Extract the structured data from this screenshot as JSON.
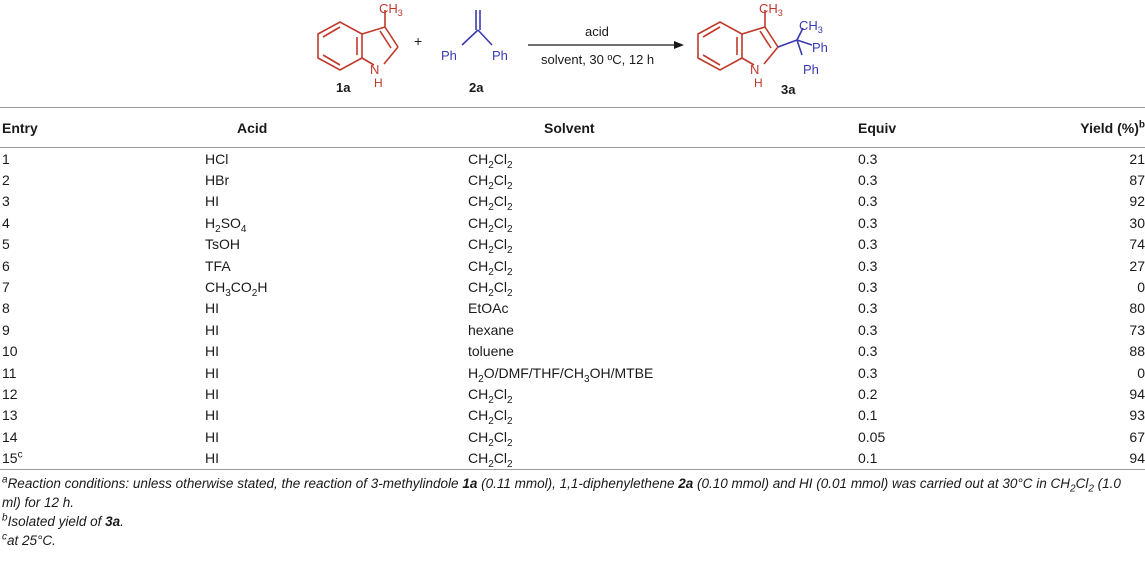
{
  "scheme": {
    "reactant1_label": "1a",
    "reactant2_label": "2a",
    "product_label": "3a",
    "plus": "+",
    "reagent": "acid",
    "conditions": "solvent, 30 ºC, 12 h",
    "methyl": "CH3",
    "nh": "NH",
    "ph": "Ph",
    "colors": {
      "indole": "#c0392b",
      "alkene": "#3a3ab0",
      "text": "#1a1a1a"
    }
  },
  "table": {
    "headers": [
      "Entry",
      "Acid",
      "Solvent",
      "Equiv",
      "Yield (%)b"
    ],
    "rows": [
      {
        "entry": "1",
        "acid": "HCl",
        "solvent": "CH2Cl2",
        "equiv": "0.3",
        "yield": "21"
      },
      {
        "entry": "2",
        "acid": "HBr",
        "solvent": "CH2Cl2",
        "equiv": "0.3",
        "yield": "87"
      },
      {
        "entry": "3",
        "acid": "HI",
        "solvent": "CH2Cl2",
        "equiv": "0.3",
        "yield": "92"
      },
      {
        "entry": "4",
        "acid": "H2SO4",
        "solvent": "CH2Cl2",
        "equiv": "0.3",
        "yield": "30"
      },
      {
        "entry": "5",
        "acid": "TsOH",
        "solvent": "CH2Cl2",
        "equiv": "0.3",
        "yield": "74"
      },
      {
        "entry": "6",
        "acid": "TFA",
        "solvent": "CH2Cl2",
        "equiv": "0.3",
        "yield": "27"
      },
      {
        "entry": "7",
        "acid": "CH3CO2H",
        "solvent": "CH2Cl2",
        "equiv": "0.3",
        "yield": "0"
      },
      {
        "entry": "8",
        "acid": "HI",
        "solvent": "EtOAc",
        "equiv": "0.3",
        "yield": "80"
      },
      {
        "entry": "9",
        "acid": "HI",
        "solvent": "hexane",
        "equiv": "0.3",
        "yield": "73"
      },
      {
        "entry": "10",
        "acid": "HI",
        "solvent": "toluene",
        "equiv": "0.3",
        "yield": "88"
      },
      {
        "entry": "11",
        "acid": "HI",
        "solvent": "H2O/DMF/THF/CH3OH/MTBE",
        "equiv": "0.3",
        "yield": "0"
      },
      {
        "entry": "12",
        "acid": "HI",
        "solvent": "CH2Cl2",
        "equiv": "0.2",
        "yield": "94"
      },
      {
        "entry": "13",
        "acid": "HI",
        "solvent": "CH2Cl2",
        "equiv": "0.1",
        "yield": "93"
      },
      {
        "entry": "14",
        "acid": "HI",
        "solvent": "CH2Cl2",
        "equiv": "0.05",
        "yield": "67"
      },
      {
        "entry": "15c",
        "acid": "HI",
        "solvent": "CH2Cl2",
        "equiv": "0.1",
        "yield": "94"
      }
    ]
  },
  "footnotes": {
    "a": "aReaction conditions: unless otherwise stated, the reaction of 3-methylindole 1a (0.11 mmol), 1,1-diphenylethene 2a (0.10 mmol) and HI (0.01 mmol) was carried out at 30°C in CH2Cl2 (1.0 ml) for 12 h.",
    "b": "bIsolated yield of 3a.",
    "c": "cat 25°C."
  }
}
